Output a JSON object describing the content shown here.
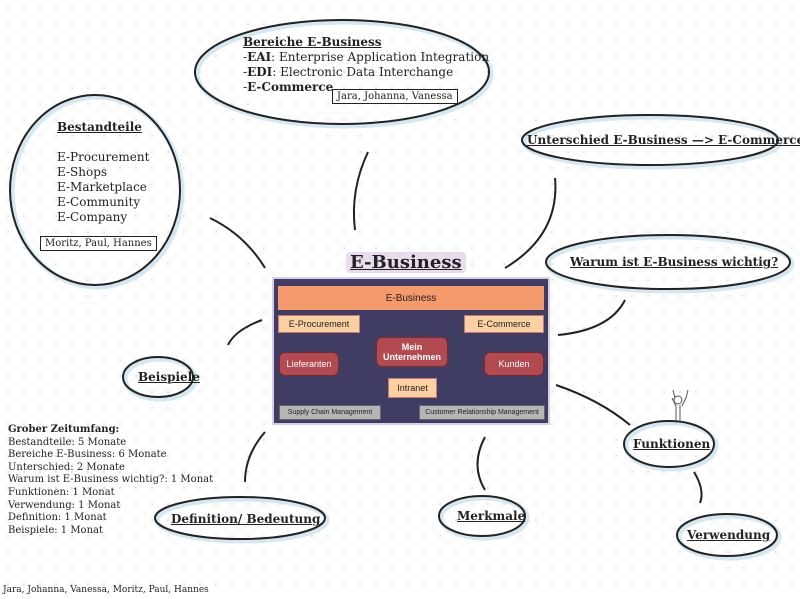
{
  "title": "E-Business",
  "bereiche": {
    "heading": "Bereiche E-Business",
    "items": [
      {
        "abbr": "EAI",
        "text": ": Enterprise Application Integration"
      },
      {
        "abbr": "EDI",
        "text": ": Electronic Data Interchange"
      },
      {
        "abbr": "E-Commerce",
        "text": ""
      }
    ],
    "authors": "Jara, Johanna, Vanessa"
  },
  "bestandteile": {
    "heading": "Bestandteile",
    "items": [
      "E-Procurement",
      "E-Shops",
      "E-Marketplace",
      "E-Community",
      "E-Company"
    ],
    "authors": "Moritz, Paul, Hannes"
  },
  "nodes": {
    "unterschied": "Unterschied E-Business —> E-Commerce",
    "warum": "Warum ist E-Business wichtig?",
    "beispiele": "Beispiele",
    "funktionen": "Funktionen",
    "verwendung": "Verwendung",
    "merkmale": "Merkmale",
    "definition": "Definition/ Bedeutung"
  },
  "graphic": {
    "top": "E-Business",
    "procurement": "E-Procurement",
    "commerce": "E-Commerce",
    "mein": "Mein Unternehmen",
    "lieferanten": "Lieferanten",
    "kunden": "Kunden",
    "intranet": "Intranet",
    "scm": "Supply Chain Management",
    "crm": "Customer Relationship Management"
  },
  "zeitumfang": {
    "heading": "Grober Zeitumfang:",
    "lines": [
      "Bestandteile: 5 Monate",
      "Bereiche E-Business: 6 Monate",
      "Unterschied: 2 Monate",
      "Warum ist E-Business wichtig?: 1 Monat",
      "Funktionen: 1 Monat",
      "Verwendung: 1 Monat",
      "Definition: 1 Monat",
      "Beispiele: 1 Monat"
    ]
  },
  "footer": "Jara, Johanna, Vanessa, Moritz, Paul, Hannes"
}
